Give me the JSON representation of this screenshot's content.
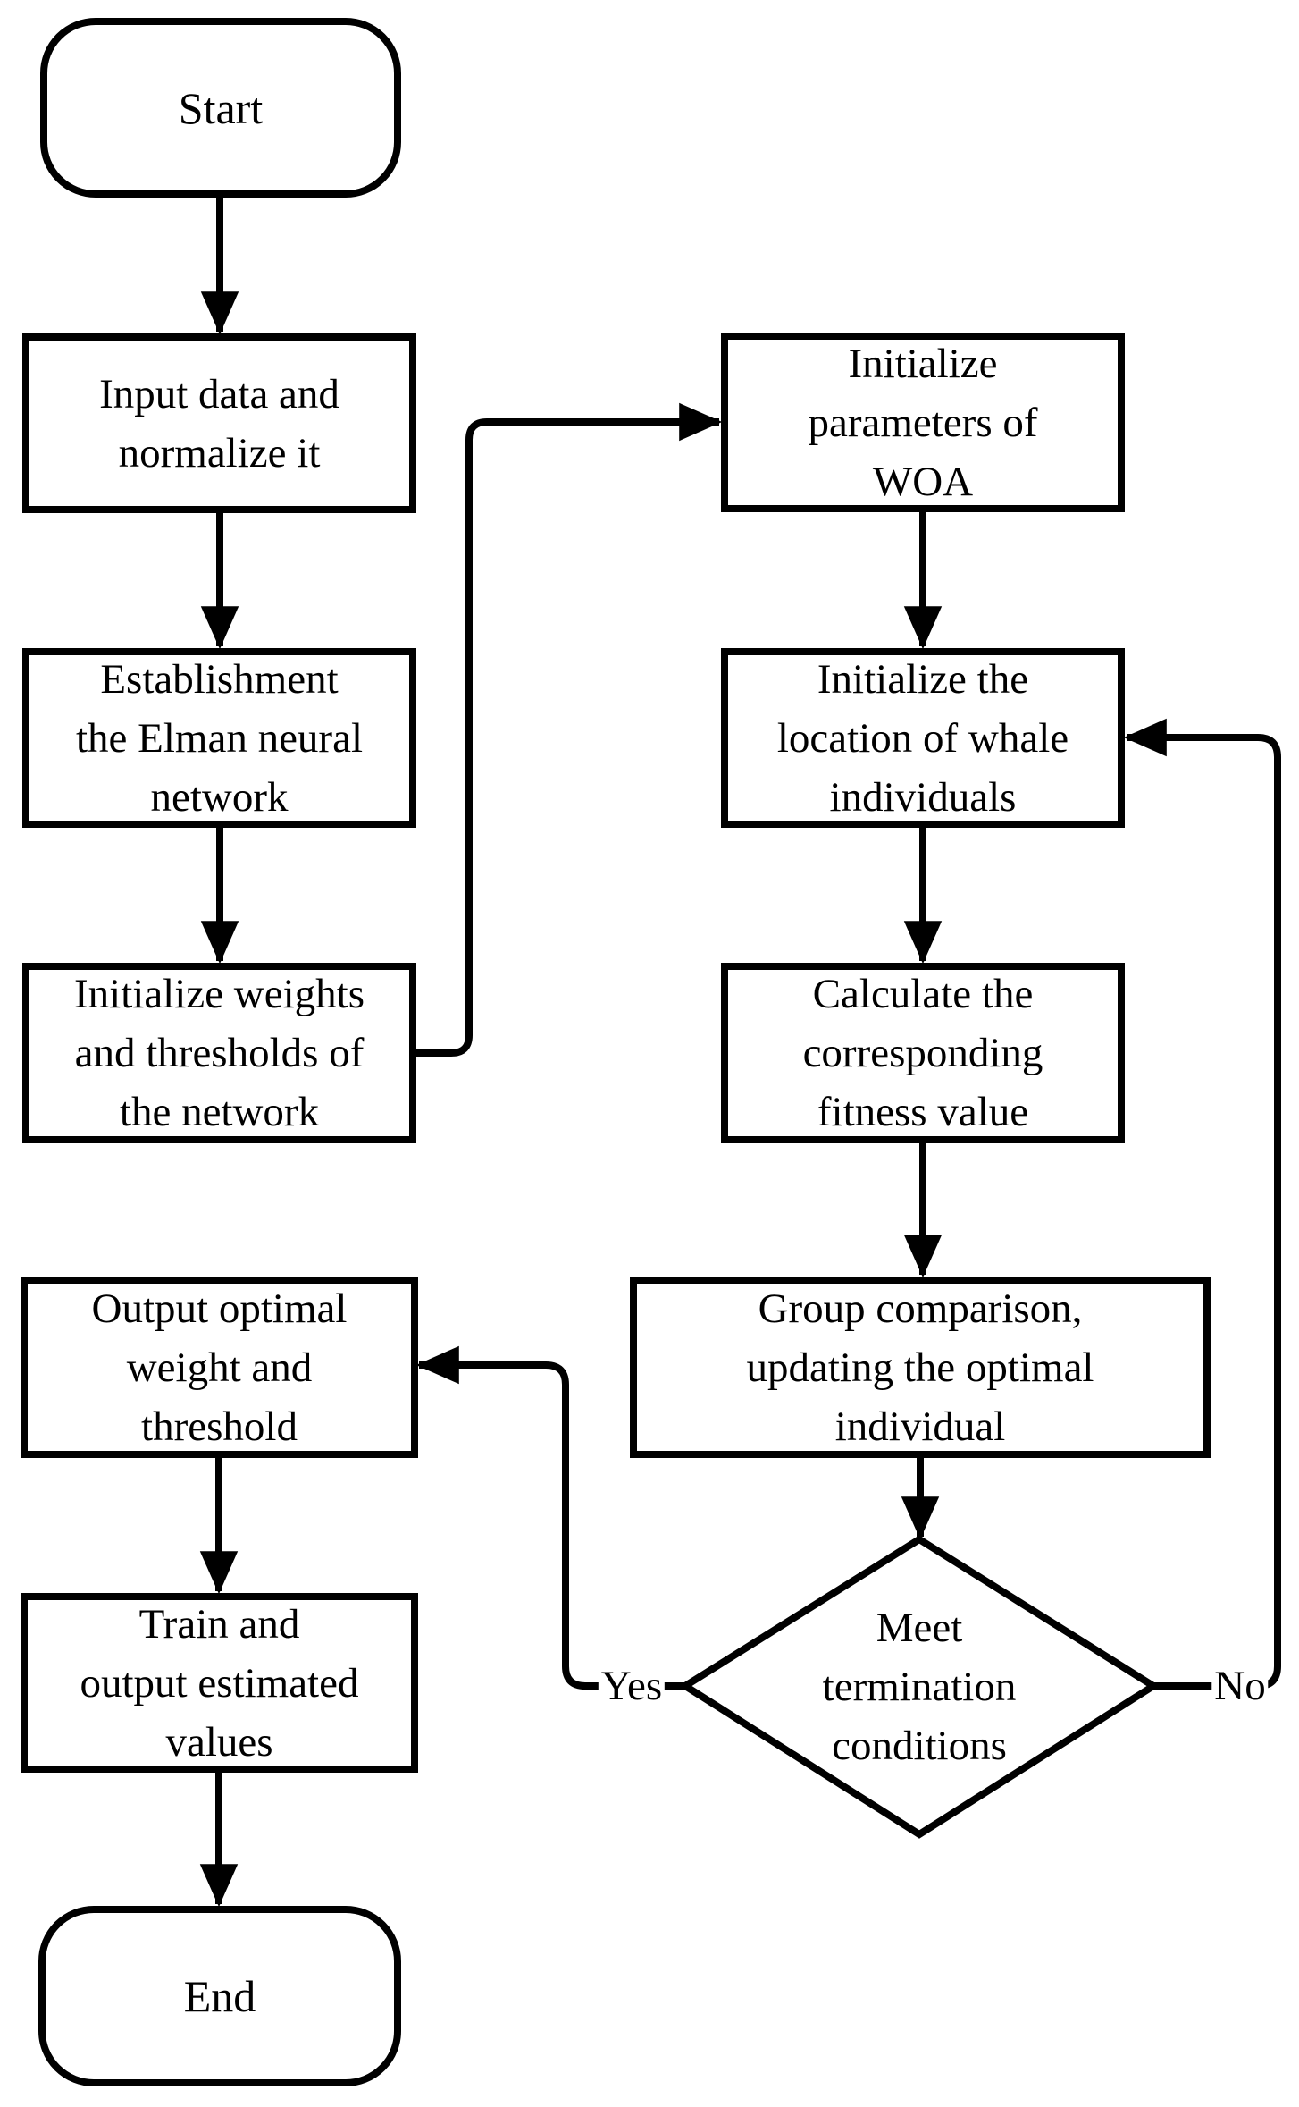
{
  "diagram": {
    "type": "flowchart",
    "colors": {
      "stroke": "#000000",
      "fill": "#ffffff",
      "text": "#000000"
    },
    "nodes": {
      "start": {
        "type": "terminator",
        "label": "Start",
        "lines": [
          "Start"
        ]
      },
      "input": {
        "type": "process",
        "label": "Input data and normalize it",
        "lines": [
          "Input data and",
          "normalize it"
        ]
      },
      "elman": {
        "type": "process",
        "label": "Establishment the Elman neural network",
        "lines": [
          "Establishment",
          "the Elman neural",
          "network"
        ]
      },
      "init_weights": {
        "type": "process",
        "label": "Initialize weights and thresholds of the network",
        "lines": [
          "Initialize weights",
          "and thresholds of",
          "the network"
        ]
      },
      "woa_params": {
        "type": "process",
        "label": "Initialize parameters of WOA",
        "lines": [
          "Initialize",
          "parameters of",
          "WOA"
        ]
      },
      "whale_location": {
        "type": "process",
        "label": "Initialize the location of whale individuals",
        "lines": [
          "Initialize the",
          "location of whale",
          "individuals"
        ]
      },
      "fitness": {
        "type": "process",
        "label": "Calculate the corresponding fitness value",
        "lines": [
          "Calculate the",
          "corresponding",
          "fitness value"
        ]
      },
      "group_compare": {
        "type": "process",
        "label": "Group comparison, updating the optimal individual",
        "lines": [
          "Group comparison,",
          "updating the optimal",
          "individual"
        ]
      },
      "decision": {
        "type": "decision",
        "label": "Meet termination conditions",
        "lines": [
          "Meet",
          "termination",
          "conditions"
        ]
      },
      "output_optimal": {
        "type": "process",
        "label": "Output optimal weight and threshold",
        "lines": [
          "Output optimal",
          "weight and",
          "threshold"
        ]
      },
      "train": {
        "type": "process",
        "label": "Train and output estimated values",
        "lines": [
          "Train and",
          "output estimated",
          "values"
        ]
      },
      "end": {
        "type": "terminator",
        "label": "End",
        "lines": [
          "End"
        ]
      }
    },
    "edge_labels": {
      "yes": "Yes",
      "no": "No"
    },
    "edges": [
      {
        "from": "start",
        "to": "input"
      },
      {
        "from": "input",
        "to": "elman"
      },
      {
        "from": "elman",
        "to": "init_weights"
      },
      {
        "from": "init_weights",
        "to": "woa_params"
      },
      {
        "from": "woa_params",
        "to": "whale_location"
      },
      {
        "from": "whale_location",
        "to": "fitness"
      },
      {
        "from": "fitness",
        "to": "group_compare"
      },
      {
        "from": "group_compare",
        "to": "decision"
      },
      {
        "from": "decision",
        "to": "output_optimal",
        "label": "Yes"
      },
      {
        "from": "decision",
        "to": "whale_location",
        "label": "No"
      },
      {
        "from": "output_optimal",
        "to": "train"
      },
      {
        "from": "train",
        "to": "end"
      }
    ]
  }
}
